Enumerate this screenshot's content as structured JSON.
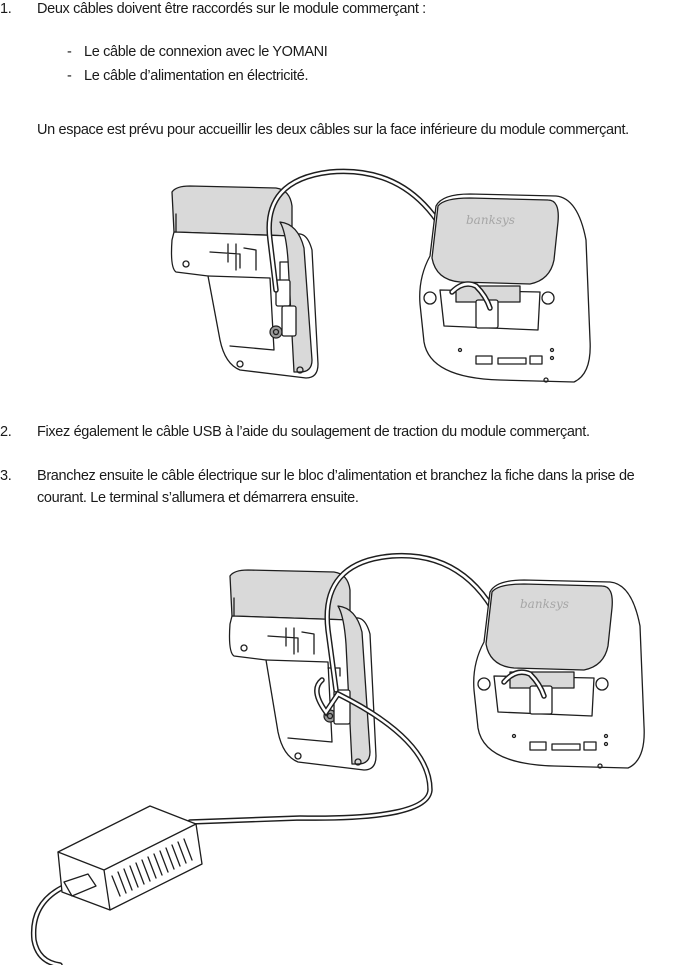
{
  "step1": {
    "number": "1.",
    "text": "Deux câbles doivent être raccordés sur le module commerçant :",
    "bullets": [
      "Le câble de connexion avec le YOMANI",
      "Le câble d’alimentation en électricité."
    ],
    "note": "Un espace est prévu pour accueillir les deux câbles sur la face inférieure du module commerçant."
  },
  "step2": {
    "number": "2.",
    "text": "Fixez également le câble USB à l’aide du soulagement de traction du module commerçant."
  },
  "step3": {
    "number": "3.",
    "line1": "Branchez ensuite le câble électrique sur le bloc d’alimentation et branchez la fiche dans la prise de",
    "line2": "courant. Le terminal s’allumera et démarrera ensuite."
  },
  "figures": {
    "brand_logo": "banksys",
    "figure1_icons": [
      "merchant-module-underside-icon",
      "yomani-terminal-underside-icon",
      "usb-cable-icon"
    ],
    "figure2_icons": [
      "merchant-module-underside-icon",
      "yomani-terminal-underside-icon",
      "usb-cable-icon",
      "power-supply-brick-icon",
      "power-cable-icon"
    ]
  }
}
